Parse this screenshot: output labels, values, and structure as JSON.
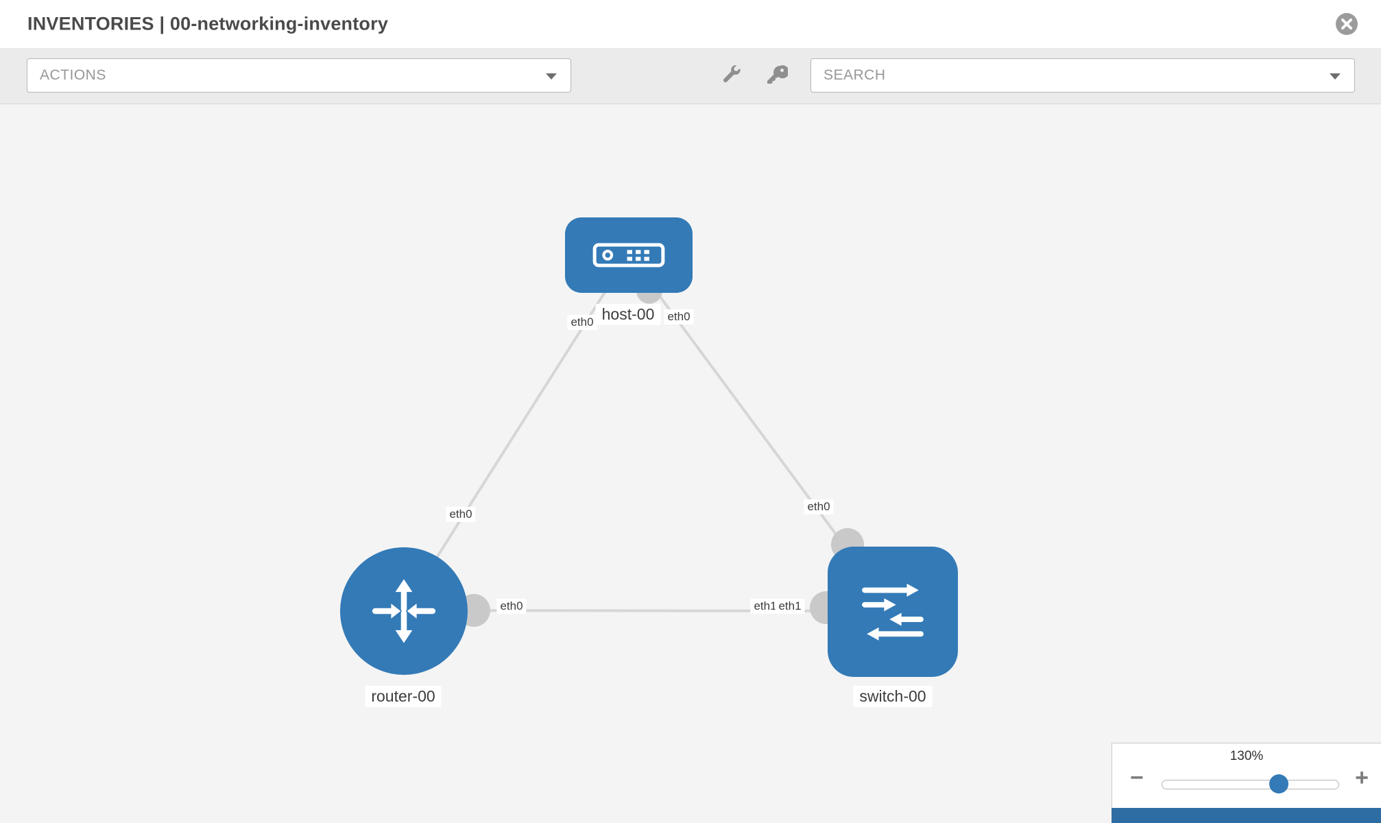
{
  "header": {
    "title": "INVENTORIES | 00-networking-inventory"
  },
  "toolbar": {
    "actions_label": "ACTIONS",
    "search_label": "SEARCH"
  },
  "diagram": {
    "nodes": [
      {
        "id": "host-00",
        "type": "host",
        "label": "host-00"
      },
      {
        "id": "router-00",
        "type": "router",
        "label": "router-00"
      },
      {
        "id": "switch-00",
        "type": "switch",
        "label": "switch-00"
      }
    ],
    "links": [
      {
        "source": "host-00",
        "source_interface": "eth0",
        "target": "router-00",
        "target_interface": "eth0"
      },
      {
        "source": "host-00",
        "source_interface": "eth0",
        "target": "switch-00",
        "target_interface": "eth0"
      },
      {
        "source": "router-00",
        "source_interface": "eth0",
        "target": "switch-00",
        "target_interface": "eth1"
      }
    ],
    "interface_labels": [
      {
        "text": "eth0"
      },
      {
        "text": "eth0"
      },
      {
        "text": "eth0"
      },
      {
        "text": "eth0"
      },
      {
        "text": "eth0"
      },
      {
        "text": "eth1"
      },
      {
        "text": "eth1"
      }
    ]
  },
  "zoom": {
    "level": "130%",
    "minus_label": "−",
    "plus_label": "+"
  },
  "colors": {
    "node_blue": "#337ab7",
    "link_gray": "#d6d6d6",
    "dot_gray": "#c9c9c9",
    "accent_bar": "#2e6da4"
  }
}
